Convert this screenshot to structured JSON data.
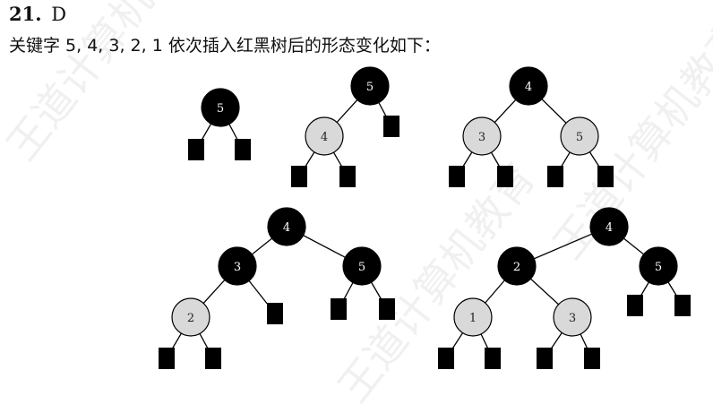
{
  "question": {
    "number": "21.",
    "answer": "D"
  },
  "explanation": "关键字 5, 4, 3, 2, 1 依次插入红黑树后的形态变化如下：",
  "watermark": "王道计算机教育",
  "colors": {
    "black": "#000000",
    "red_node_fill": "#d9d9d9",
    "edge": "#000000"
  },
  "trees": [
    {
      "nodes": [
        {
          "label": "5",
          "color": "black"
        }
      ]
    },
    {
      "nodes": [
        {
          "label": "5",
          "color": "black"
        },
        {
          "label": "4",
          "color": "red"
        }
      ]
    },
    {
      "nodes": [
        {
          "label": "4",
          "color": "black"
        },
        {
          "label": "3",
          "color": "red"
        },
        {
          "label": "5",
          "color": "red"
        }
      ]
    },
    {
      "nodes": [
        {
          "label": "4",
          "color": "black"
        },
        {
          "label": "3",
          "color": "black"
        },
        {
          "label": "5",
          "color": "black"
        },
        {
          "label": "2",
          "color": "red"
        }
      ]
    },
    {
      "nodes": [
        {
          "label": "4",
          "color": "black"
        },
        {
          "label": "2",
          "color": "black"
        },
        {
          "label": "5",
          "color": "black"
        },
        {
          "label": "1",
          "color": "red"
        },
        {
          "label": "3",
          "color": "red"
        }
      ]
    }
  ]
}
